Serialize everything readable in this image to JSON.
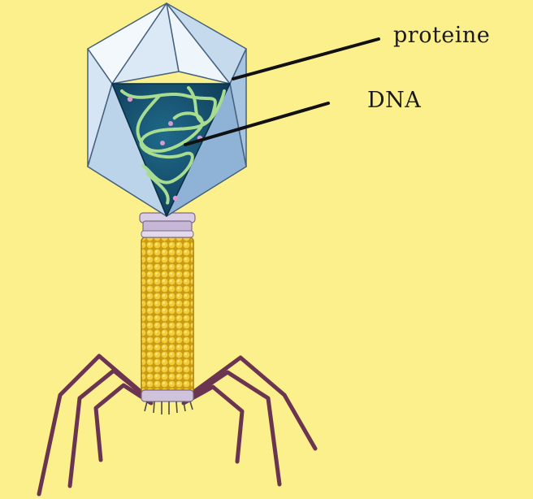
{
  "labels": {
    "protein": "proteine",
    "dna": "DNA"
  },
  "colors": {
    "background": "#fbf08c",
    "capsid_light": "#e8f1fa",
    "capsid_mid": "#b9d2ea",
    "capsid_dark": "#8fb3d6",
    "dna_core": "#164f6e",
    "dna_strand": "#9fd48a",
    "tail_sheath": "#e4bd2a",
    "collar": "#cfc3dc",
    "tail_fibers": "#6b3451",
    "leader_lines": "#111111"
  },
  "icons": [
    "bacteriophage-illustration"
  ]
}
